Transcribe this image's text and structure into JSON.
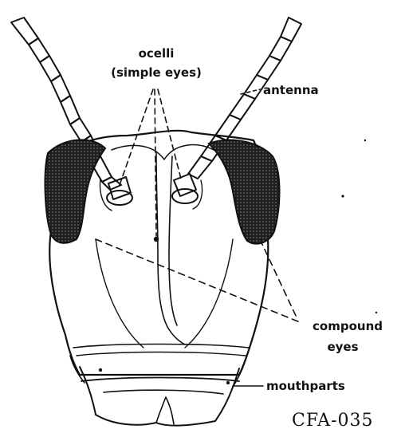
{
  "labels": {
    "ocelli": "ocelli",
    "ocelli_sub": "(simple eyes)",
    "antenna": "antenna",
    "compound": "compound",
    "compound_sub": "eyes",
    "mouthparts": "mouthparts",
    "code": "CFA-035"
  },
  "colors": {
    "ink": "#111111",
    "paper": "#ffffff",
    "eye_fill": "#1e1e1e"
  }
}
